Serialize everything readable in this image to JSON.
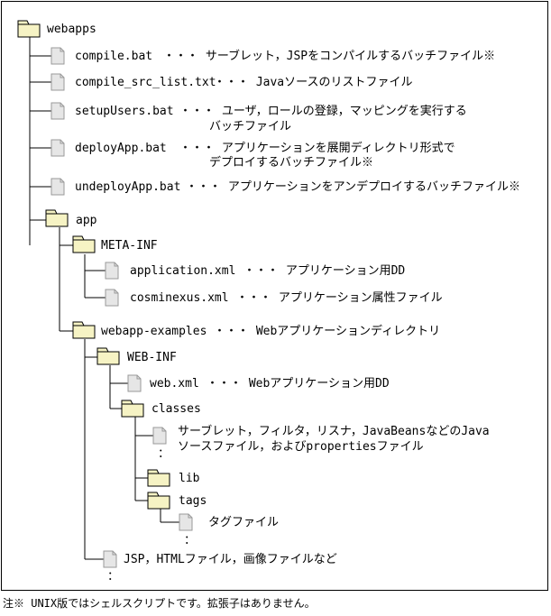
{
  "tree": {
    "root_folder": "webapps",
    "items": {
      "compile_bat": {
        "name": "compile.bat",
        "desc": "・・・ サーブレット，JSPをコンパイルするバッチファイル※"
      },
      "compile_src_list": {
        "name": "compile_src_list.txt",
        "desc": "・・・ Javaソースのリストファイル"
      },
      "setup_users": {
        "name": "setupUsers.bat",
        "desc_line1": "・・・ ユーザ，ロールの登録，マッピングを実行する",
        "desc_line2": "バッチファイル"
      },
      "deploy_app": {
        "name": "deployApp.bat",
        "desc_line1": "・・・ アプリケーションを展開ディレクトリ形式で",
        "desc_line2": "デプロイするバッチファイル※"
      },
      "undeploy_app": {
        "name": "undeployApp.bat",
        "desc": "・・・ アプリケーションをアンデプロイするバッチファイル※"
      }
    },
    "app_folder": "app",
    "meta_inf": {
      "folder": "META-INF",
      "application_xml": {
        "name": "application.xml",
        "desc": "・・・ アプリケーション用DD"
      },
      "cosminexus_xml": {
        "name": "cosminexus.xml",
        "desc": "・・・ アプリケーション属性ファイル"
      }
    },
    "webapp_examples": {
      "folder": "webapp-examples",
      "desc": "・・・ Webアプリケーションディレクトリ"
    },
    "web_inf": {
      "folder": "WEB-INF",
      "web_xml": {
        "name": "web.xml",
        "desc": "・・・ Webアプリケーション用DD"
      },
      "classes_folder": "classes",
      "classes_desc_line1": "サーブレット，フィルタ，リスナ，JavaBeansなどのJava",
      "classes_desc_line2": "ソースファイル，およびpropertiesファイル",
      "lib_folder": "lib",
      "tags_folder": "tags",
      "tags_desc": "タグファイル"
    },
    "jsp_desc": "JSP，HTMLファイル，画像ファイルなど",
    "ellipsis": "："
  },
  "footnote": "注※ UNIX版ではシェルスクリプトです。拡張子はありません。",
  "colors": {
    "folder_fill": "#f6f3c4",
    "file_fill": "#e6e6e6",
    "line": "#000000"
  },
  "icons": {
    "folder": "folder-icon",
    "file": "file-icon"
  }
}
